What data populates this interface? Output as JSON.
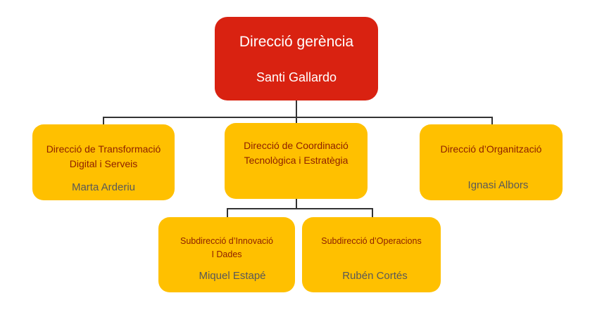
{
  "root": {
    "title": "Direcció gerència",
    "name": "Santi Gallardo"
  },
  "directorates": [
    {
      "title_lines": [
        "Direcció de Transformació",
        "Digital i Serveis"
      ],
      "name": "Marta Arderiu"
    },
    {
      "title_lines": [
        "Direcció de Coordinació",
        "Tecnològica i Estratègia"
      ],
      "name": ""
    },
    {
      "title_lines": [
        "Direcció d’Organització"
      ],
      "name": "Ignasi Albors"
    }
  ],
  "subdirectorates": [
    {
      "title_lines": [
        "Subdirecció d’Innovació",
        "I Dades"
      ],
      "name": "Miquel Estapé"
    },
    {
      "title_lines": [
        "Subdirecció d’Operacions"
      ],
      "name": "Rubén Cortés"
    }
  ],
  "colors": {
    "root": "#d92211",
    "box": "#ffc000",
    "title_text": "#8e2000",
    "name_text": "#595959"
  }
}
